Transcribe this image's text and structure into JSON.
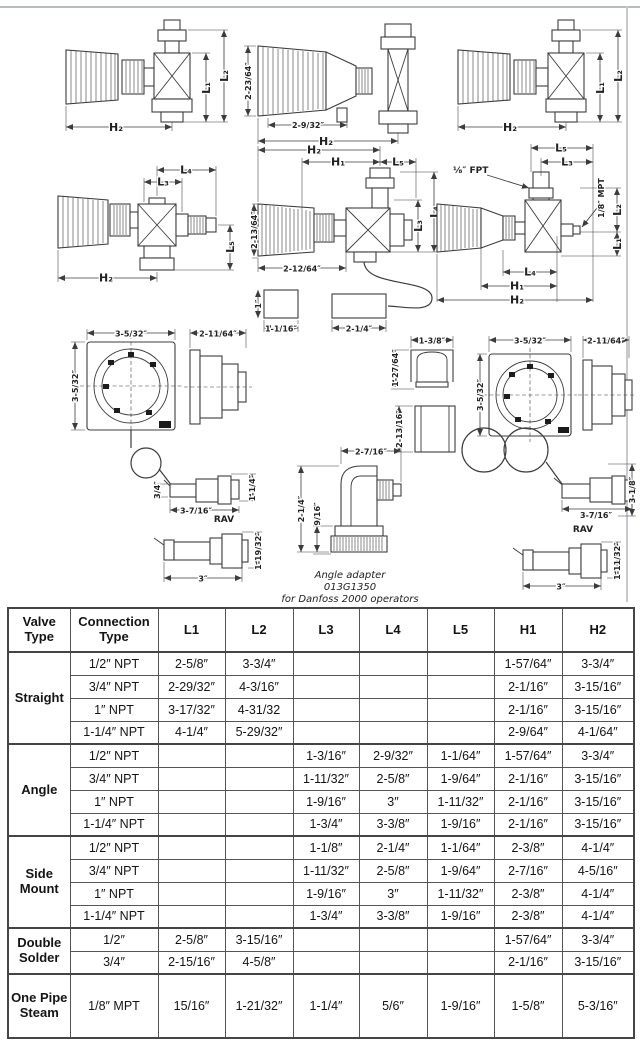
{
  "page": {
    "bg": "#ffffff",
    "rule_color": "#b6bbc1",
    "ink": "#3c3c3c"
  },
  "diagrams": {
    "straight_left": {
      "l1": "L₁",
      "l2": "L₂",
      "h2": "H₂"
    },
    "operator_detail": {
      "height": "2-23/64″",
      "width": "2-9/32″",
      "h2": "H₂"
    },
    "straight_right": {
      "l1": "L₁",
      "l2": "L₂",
      "h2": "H₂"
    },
    "angle": {
      "l4": "L₄",
      "l3": "L₃",
      "l5": "L₅",
      "h2": "H₂"
    },
    "side_mount": {
      "h2": "H₂",
      "h1": "H₁",
      "l5": "L₅",
      "l4": "L₄",
      "l3": "L₃",
      "height": "2-13/64″",
      "width": "2-12/64″",
      "box1_height": "1″",
      "box1_width": "1-1/16″",
      "box2_width": "2-1/4″"
    },
    "one_pipe_steam": {
      "fpt": "⅛″ FPT",
      "mpt": "1/8″ MPT",
      "l5": "L₅",
      "l3": "L₃",
      "l2": "L₂",
      "l1": "L₁",
      "l4": "L₄",
      "h1": "H₁",
      "h2": "H₂"
    },
    "dial_left": {
      "width": "3-5/32″",
      "height": "3-5/32″",
      "depth": "2-11/64″"
    },
    "sensor_left": {
      "diameter": "3/4″",
      "length": "3-7/16″",
      "height": "1-1/4″"
    },
    "rav_left": {
      "label": "RAV",
      "length": "3″",
      "height": "1-19/32″"
    },
    "angle_adapter": {
      "width": "2-7/16″",
      "height": "2-1/4″",
      "inner": "9/16″",
      "caption_line1": "Angle adapter",
      "caption_line2": "013G1350",
      "caption_line3": "for Danfoss 2000 operators"
    },
    "clip_parts": {
      "width": "1-3/8″",
      "height": "1-27/64″",
      "bracket_height": "2-13/16″"
    },
    "dial_right": {
      "width": "3-5/32″",
      "height": "3-5/32″",
      "depth": "2-11/64″"
    },
    "sensor_right": {
      "length": "3-7/16″",
      "height": "3-1/8″"
    },
    "rav_right": {
      "label": "RAV",
      "length": "3″",
      "height": "1-11/32″"
    }
  },
  "table": {
    "headers": {
      "valve_type": "Valve Type",
      "connection_type": "Connection Type",
      "l1": "L1",
      "l2": "L2",
      "l3": "L3",
      "l4": "L4",
      "l5": "L5",
      "h1": "H1",
      "h2": "H2"
    },
    "groups": [
      {
        "valve_type": "Straight",
        "rows": [
          {
            "conn": "1/2″ NPT",
            "c": [
              "2-5/8″",
              "3-3/4″",
              "",
              "",
              "",
              "1-57/64″",
              "3-3/4″"
            ]
          },
          {
            "conn": "3/4″ NPT",
            "c": [
              "2-29/32″",
              "4-3/16″",
              "",
              "",
              "",
              "2-1/16″",
              "3-15/16″"
            ]
          },
          {
            "conn": "1″ NPT",
            "c": [
              "3-17/32″",
              "4-31/32",
              "",
              "",
              "",
              "2-1/16″",
              "3-15/16″"
            ]
          },
          {
            "conn": "1-1/4″ NPT",
            "c": [
              "4-1/4″",
              "5-29/32″",
              "",
              "",
              "",
              "2-9/64″",
              "4-1/64″"
            ]
          }
        ]
      },
      {
        "valve_type": "Angle",
        "rows": [
          {
            "conn": "1/2″ NPT",
            "c": [
              "",
              "",
              "1-3/16″",
              "2-9/32″",
              "1-1/64″",
              "1-57/64″",
              "3-3/4″"
            ]
          },
          {
            "conn": "3/4″ NPT",
            "c": [
              "",
              "",
              "1-11/32″",
              "2-5/8″",
              "1-9/64″",
              "2-1/16″",
              "3-15/16″"
            ]
          },
          {
            "conn": "1″ NPT",
            "c": [
              "",
              "",
              "1-9/16″",
              "3″",
              "1-11/32″",
              "2-1/16″",
              "3-15/16″"
            ]
          },
          {
            "conn": "1-1/4″ NPT",
            "c": [
              "",
              "",
              "1-3/4″",
              "3-3/8″",
              "1-9/16″",
              "2-1/16″",
              "3-15/16″"
            ]
          }
        ]
      },
      {
        "valve_type": "Side Mount",
        "rows": [
          {
            "conn": "1/2″ NPT",
            "c": [
              "",
              "",
              "1-1/8″",
              "2-1/4″",
              "1-1/64″",
              "2-3/8″",
              "4-1/4″"
            ]
          },
          {
            "conn": "3/4″ NPT",
            "c": [
              "",
              "",
              "1-11/32″",
              "2-5/8″",
              "1-9/64″",
              "2-7/16″",
              "4-5/16″"
            ]
          },
          {
            "conn": "1″ NPT",
            "c": [
              "",
              "",
              "1-9/16″",
              "3″",
              "1-11/32″",
              "2-3/8″",
              "4-1/4″"
            ]
          },
          {
            "conn": "1-1/4″ NPT",
            "c": [
              "",
              "",
              "1-3/4″",
              "3-3/8″",
              "1-9/16″",
              "2-3/8″",
              "4-1/4″"
            ]
          }
        ]
      },
      {
        "valve_type": "Double Solder",
        "rows": [
          {
            "conn": "1/2″",
            "c": [
              "2-5/8″",
              "3-15/16″",
              "",
              "",
              "",
              "1-57/64″",
              "3-3/4″"
            ]
          },
          {
            "conn": "3/4″",
            "c": [
              "2-15/16″",
              "4-5/8″",
              "",
              "",
              "",
              "2-1/16″",
              "3-15/16″"
            ]
          }
        ]
      },
      {
        "valve_type": "One Pipe Steam",
        "rows": [
          {
            "conn": "1/8″ MPT",
            "c": [
              "15/16″",
              "1-21/32″",
              "1-1/4″",
              "5/6″",
              "1-9/16″",
              "1-5/8″",
              "5-3/16″"
            ]
          }
        ]
      }
    ]
  }
}
